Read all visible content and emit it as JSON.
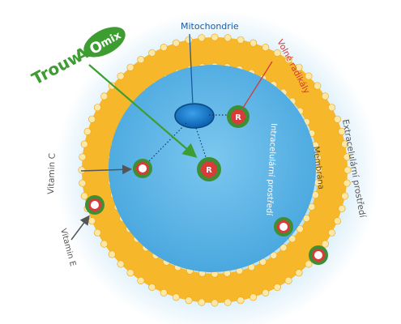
{
  "brand": {
    "prefix": "Trouw",
    "letter": "A",
    "suffix": "mix",
    "ring_letter": "O"
  },
  "labels": {
    "mitochondrie": "Mitochondrie",
    "volne_radikaly": "Volné radikály",
    "intracelularni": "Intracelulární prostředí",
    "membrana": "Membrána",
    "extracelularni": "Extracelulární prostředí",
    "vitamin_c": "Vitamin C",
    "vitamin_e": "Vitamin E"
  },
  "radical_symbol": "R",
  "colors": {
    "halo": "#cfe9f7",
    "membrane": "#f6b82a",
    "membrane_dot": "#fde7a6",
    "cell_inner": "#5eb6e8",
    "mitochondria": "#0b74c8",
    "radical_red": "#d93b3b",
    "radical_green": "#3e8e35",
    "brand_green": "#3d9d31",
    "label_blue": "#1b5aa3",
    "label_red": "#d23a3a",
    "label_gray": "#555555"
  }
}
